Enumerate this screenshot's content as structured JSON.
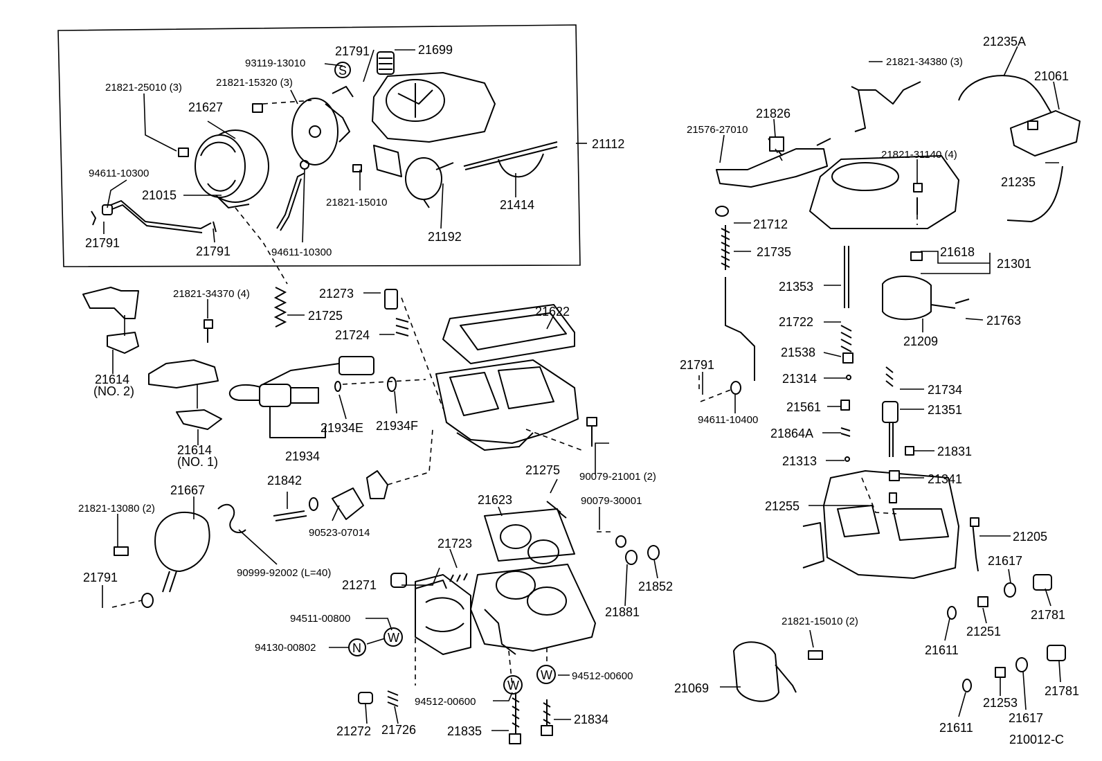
{
  "diagram_id": "210012-C",
  "circled_letters": {
    "s": "S",
    "n": "N",
    "w": "W"
  },
  "labels": {
    "p21699": "21699",
    "p21791_top": "21791",
    "p93119": "93119-13010",
    "p21821_25010": "21821-25010 (3)",
    "p21821_15320": "21821-15320 (3)",
    "p21627": "21627",
    "p21112": "21112",
    "p94611_10300_a": "94611-10300",
    "p21015": "21015",
    "p21821_15010": "21821-15010",
    "p21414": "21414",
    "p21791_a": "21791",
    "p21791_b": "21791",
    "p94611_10300_b": "94611-10300",
    "p21192": "21192",
    "p21821_34370": "21821-34370 (4)",
    "p21725": "21725",
    "p21273": "21273",
    "p21622": "21622",
    "p21724": "21724",
    "p21614_no2": "21614",
    "p21614_no2_note": "(NO. 2)",
    "p21614_no1": "21614",
    "p21614_no1_note": "(NO. 1)",
    "p21934E": "21934E",
    "p21934F": "21934F",
    "p21934": "21934",
    "p90079_21001": "90079-21001 (2)",
    "p21275": "21275",
    "p21842": "21842",
    "p21667": "21667",
    "p21821_13080": "21821-13080 (2)",
    "p90523_07014": "90523-07014",
    "p21623": "21623",
    "p90079_30001": "90079-30001",
    "p21723": "21723",
    "p90999": "90999-92002 (L=40)",
    "p21271": "21271",
    "p21852": "21852",
    "p21791_c": "21791",
    "p21881": "21881",
    "p94511_00800": "94511-00800",
    "p94130_00802": "94130-00802",
    "p94512_00600_a": "94512-00600",
    "p94512_00600_b": "94512-00600",
    "p21272": "21272",
    "p21726": "21726",
    "p21835": "21835",
    "p21834": "21834",
    "p21235A": "21235A",
    "p21821_34380": "21821-34380 (3)",
    "p21061": "21061",
    "p21826": "21826",
    "p21576": "21576-27010",
    "p21821_31140": "21821-31140 (4)",
    "p21235": "21235",
    "p21712": "21712",
    "p21735": "21735",
    "p21618": "21618",
    "p21301": "21301",
    "p21353": "21353",
    "p21763": "21763",
    "p21722": "21722",
    "p21209": "21209",
    "p21538": "21538",
    "p21791_d": "21791",
    "p21314": "21314",
    "p21734": "21734",
    "p21561": "21561",
    "p21351": "21351",
    "p94611_10400": "94611-10400",
    "p21864A": "21864A",
    "p21831": "21831",
    "p21313": "21313",
    "p21341": "21341",
    "p21255": "21255",
    "p21205": "21205",
    "p21617_a": "21617",
    "p21781_a": "21781",
    "p21251": "21251",
    "p21821_15010_2": "21821-15010 (2)",
    "p21611_a": "21611",
    "p21069": "21069",
    "p21781_b": "21781",
    "p21253": "21253",
    "p21617_b": "21617",
    "p21611_b": "21611"
  }
}
